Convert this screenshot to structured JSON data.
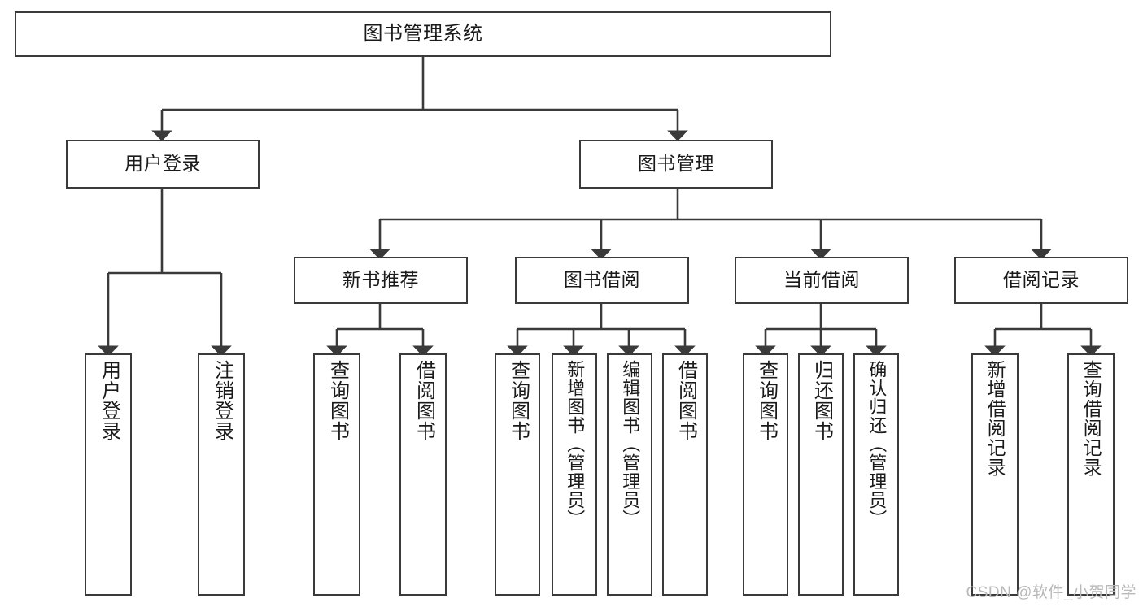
{
  "diagram": {
    "title": "图书管理系统",
    "type": "function-structure-tree",
    "watermark": "CSDN @软件_小贺同学",
    "colors": {
      "stroke": "#3a3a3a",
      "fill": "#ffffff",
      "text": "#1a1a1a",
      "watermark": "#b9b9b9"
    }
  },
  "nodes": {
    "root": {
      "label": "图书管理系统"
    },
    "level2": [
      {
        "id": "user-login",
        "label": "用户登录"
      },
      {
        "id": "book-manage",
        "label": "图书管理"
      }
    ],
    "level3": [
      {
        "id": "new-book-recommend",
        "label": "新书推荐"
      },
      {
        "id": "book-borrow",
        "label": "图书借阅"
      },
      {
        "id": "current-borrow",
        "label": "当前借阅"
      },
      {
        "id": "borrow-record",
        "label": "借阅记录"
      }
    ],
    "leaves": {
      "user_login": [
        {
          "id": "leaf-user-login",
          "label": "用户登录"
        },
        {
          "id": "leaf-logout-login",
          "label": "注销登录"
        }
      ],
      "new_book_recommend": [
        {
          "id": "leaf-query-book-1",
          "label": "查询图书"
        },
        {
          "id": "leaf-borrow-book-1",
          "label": "借阅图书"
        }
      ],
      "book_borrow": [
        {
          "id": "leaf-query-book-2",
          "label": "查询图书"
        },
        {
          "id": "leaf-add-book",
          "label": "新增图书（管理员）"
        },
        {
          "id": "leaf-edit-book",
          "label": "编辑图书（管理员）"
        },
        {
          "id": "leaf-borrow-book-2",
          "label": "借阅图书"
        }
      ],
      "current_borrow": [
        {
          "id": "leaf-query-book-3",
          "label": "查询图书"
        },
        {
          "id": "leaf-return-book",
          "label": "归还图书"
        },
        {
          "id": "leaf-confirm-return",
          "label": "确认归还（管理员）"
        }
      ],
      "borrow_record": [
        {
          "id": "leaf-add-borrow-record",
          "label": "新增借阅记录"
        },
        {
          "id": "leaf-query-borrow-record",
          "label": "查询借阅记录"
        }
      ]
    }
  }
}
